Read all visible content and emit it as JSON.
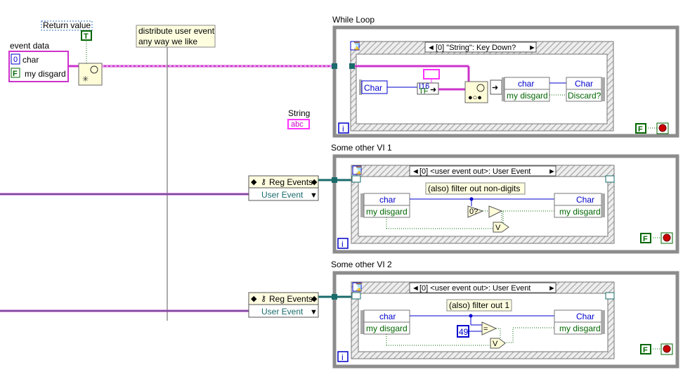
{
  "colors": {
    "cluster_pink": "#cc33cc",
    "string_pink": "#ff33ff",
    "boolean_green": "#006600",
    "numeric_blue": "#0000cc",
    "event_teal": "#1a6b6b",
    "loop_gray": "#8c8c8c",
    "wire_gray": "#909090",
    "note_yellow": "#ffffe0",
    "stop_red": "#cc0000"
  },
  "main": {
    "return_value_label": "Return value",
    "return_value_const": "T",
    "event_data_label": "event data",
    "event_data_fields": [
      {
        "type": "0",
        "name": "char"
      },
      {
        "type": "F",
        "name": "my disgard"
      }
    ],
    "comment": [
      "distribute user event",
      "any way we like"
    ],
    "string_label": "String",
    "string_terminal": "abc"
  },
  "while_loop": {
    "title": "While Loop",
    "event_selector": "[0] \"String\": Key Down?",
    "left_node": "Char",
    "bundle_fields": [
      "char",
      "my disgard"
    ],
    "right_nodes": [
      "Char",
      "Discard?"
    ],
    "stop_const": "F",
    "iteration": "i"
  },
  "vi1": {
    "title": "Some other VI 1",
    "reg_events_label": "Reg Events",
    "reg_events_item": "User Event",
    "event_selector": "[0] <user event out>: User Event",
    "note": "(also) filter out non-digits",
    "left_fields": [
      "char",
      "my disgard"
    ],
    "right_fields": [
      "Char",
      "my disgard"
    ],
    "stop_const": "F",
    "iteration": "i"
  },
  "vi2": {
    "title": "Some other VI 2",
    "reg_events_label": "Reg Events",
    "reg_events_item": "User Event",
    "event_selector": "[0] <user event out>: User Event",
    "note": "(also) filter out 1",
    "constant": "49",
    "left_fields": [
      "char",
      "my disgard"
    ],
    "right_fields": [
      "Char",
      "my disgard"
    ],
    "stop_const": "F",
    "iteration": "i"
  }
}
